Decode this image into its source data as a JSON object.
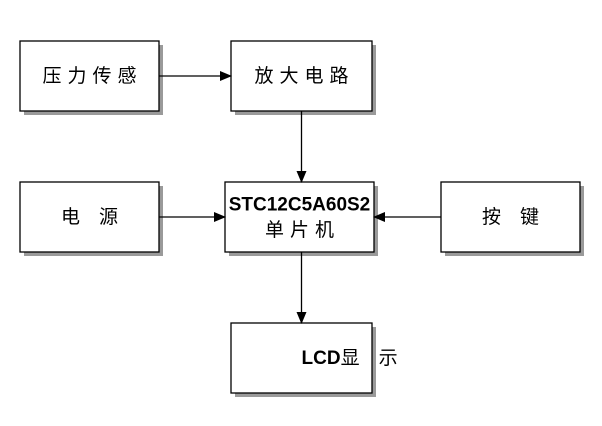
{
  "nodes": {
    "pressure_sensor": {
      "label": "压 力 传 感"
    },
    "amplifier": {
      "label": "放 大 电 路"
    },
    "power": {
      "label": "电　源"
    },
    "mcu": {
      "label_line1": "STC12C5A60S2",
      "label_line2": "单 片 机"
    },
    "keys": {
      "label": "按　键"
    },
    "lcd": {
      "label_prefix": "LCD",
      "label_suffix": "显　示"
    }
  },
  "edges": [
    {
      "from": "pressure_sensor",
      "to": "amplifier"
    },
    {
      "from": "amplifier",
      "to": "mcu"
    },
    {
      "from": "power",
      "to": "mcu"
    },
    {
      "from": "keys",
      "to": "mcu"
    },
    {
      "from": "mcu",
      "to": "lcd"
    }
  ],
  "colors": {
    "stroke": "#000000",
    "shadow": "#9a9a9a",
    "fill": "#ffffff"
  }
}
